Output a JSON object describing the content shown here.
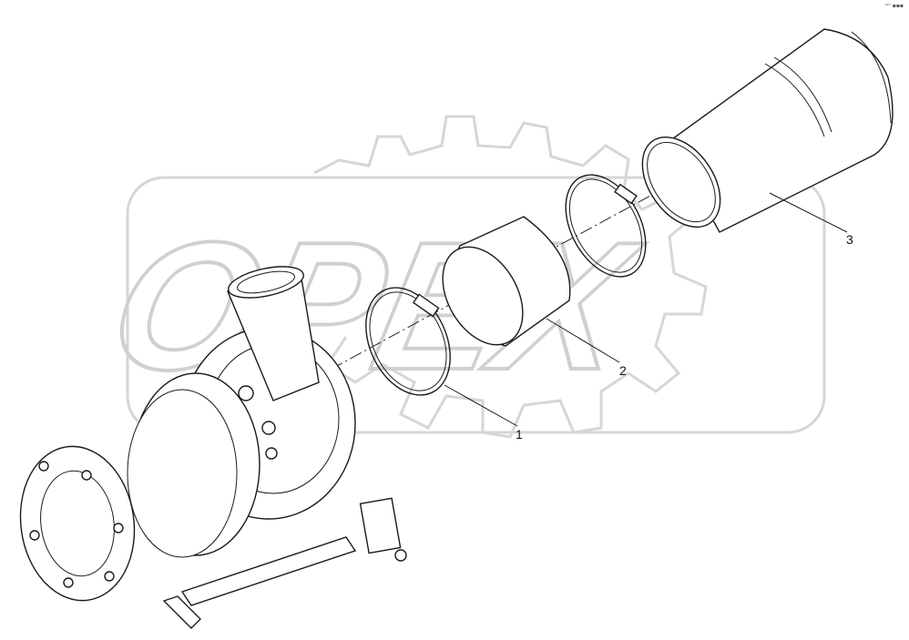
{
  "watermark": {
    "text": "OPEX",
    "color": "#d9d9d9"
  },
  "corner_mark": "ⁿᵐ ▪▪▪",
  "callouts": [
    {
      "id": "1",
      "label": "1"
    },
    {
      "id": "2",
      "label": "2"
    },
    {
      "id": "3",
      "label": "3"
    }
  ],
  "line_color": "#1a1a1a"
}
